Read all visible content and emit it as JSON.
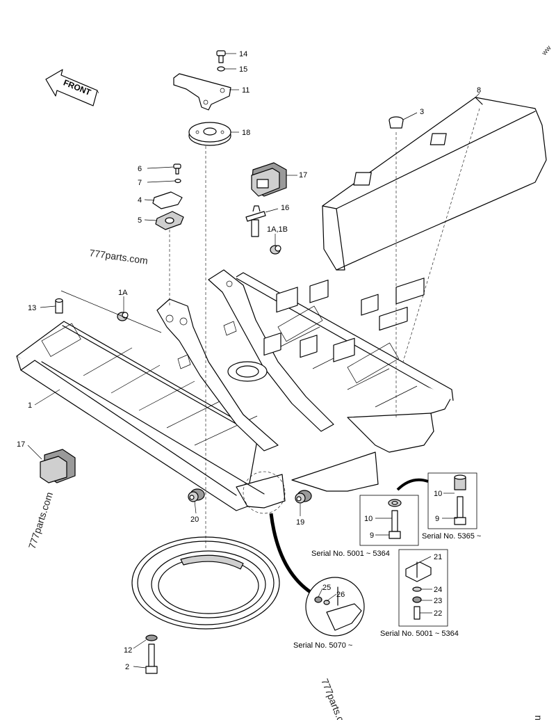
{
  "front_label": "FRONT",
  "watermarks": [
    "777parts.com",
    "777parts.com",
    "777parts.c",
    "ww",
    "n"
  ],
  "callouts": [
    {
      "label": "14"
    },
    {
      "label": "15"
    },
    {
      "label": "11"
    },
    {
      "label": "18"
    },
    {
      "label": "8"
    },
    {
      "label": "3"
    },
    {
      "label": "6"
    },
    {
      "label": "7"
    },
    {
      "label": "17"
    },
    {
      "label": "4"
    },
    {
      "label": "16"
    },
    {
      "label": "5"
    },
    {
      "label": "1A,1B"
    },
    {
      "label": "1A"
    },
    {
      "label": "13"
    },
    {
      "label": "1"
    },
    {
      "label": "17"
    },
    {
      "label": "20"
    },
    {
      "label": "19"
    },
    {
      "label": "10"
    },
    {
      "label": "9"
    },
    {
      "label": "10"
    },
    {
      "label": "9"
    },
    {
      "label": "21"
    },
    {
      "label": "25"
    },
    {
      "label": "26"
    },
    {
      "label": "24"
    },
    {
      "label": "23"
    },
    {
      "label": "22"
    },
    {
      "label": "12"
    },
    {
      "label": "2"
    }
  ],
  "serials": [
    {
      "text": "Serial No. 5365 ~"
    },
    {
      "text": "Serial No. 5001 ~ 5364"
    },
    {
      "text": "Serial No. 5001 ~ 5364"
    },
    {
      "text": "Serial No. 5070 ~"
    }
  ]
}
